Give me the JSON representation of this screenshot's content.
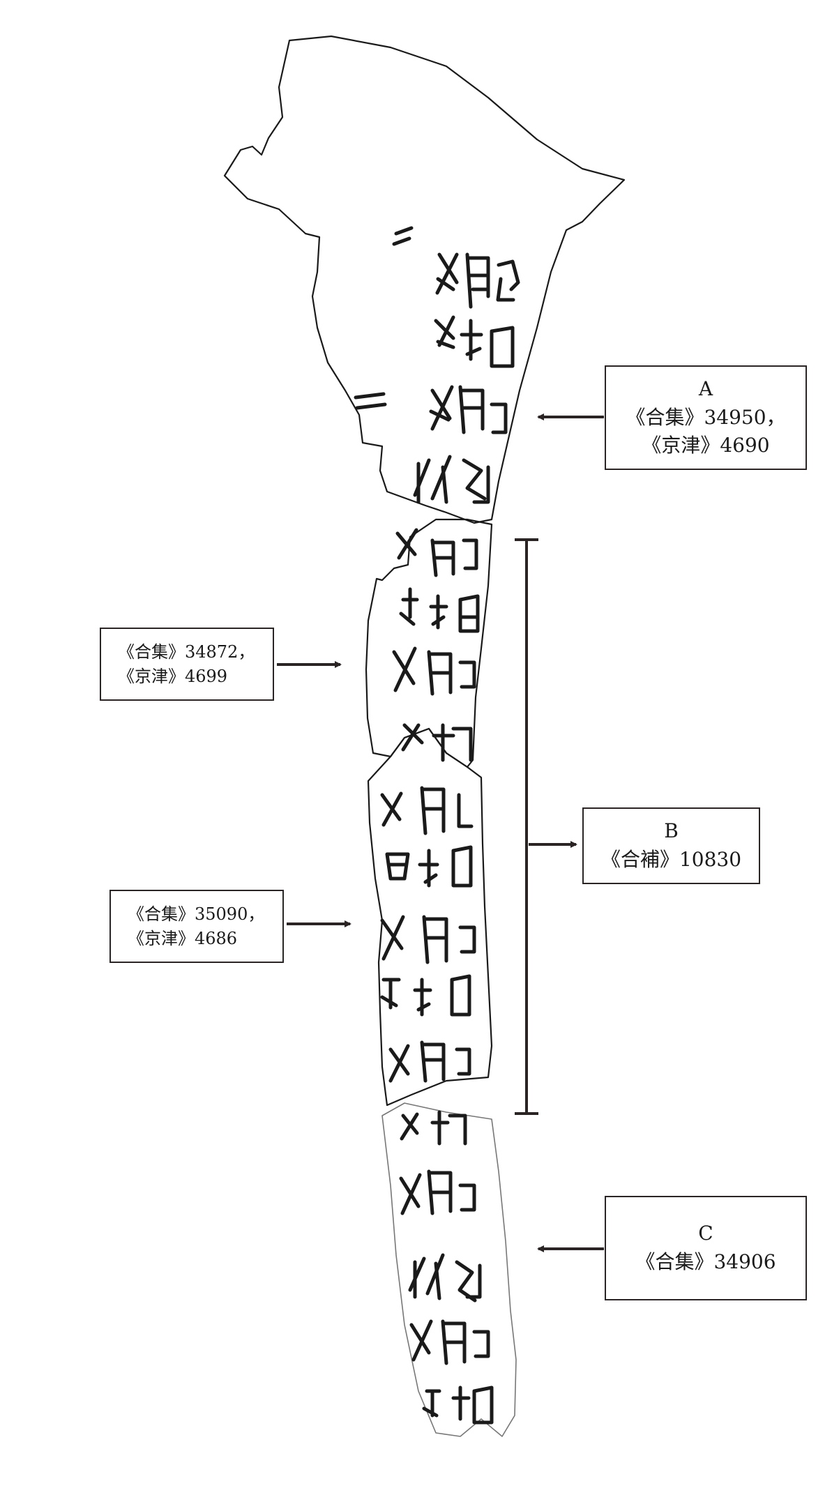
{
  "labels": {
    "a": {
      "letter": "A",
      "line1": "《合集》34950，",
      "line2": "《京津》4690"
    },
    "b_top": {
      "line1": "《合集》34872，",
      "line2": "《京津》4699"
    },
    "b": {
      "letter": "B",
      "line1": "《合補》10830"
    },
    "b_bottom": {
      "line1": "《合集》35090，",
      "line2": "《京津》4686"
    },
    "c": {
      "letter": "C",
      "line1": "《合集》34906"
    }
  },
  "colors": {
    "ink": "#1a1a1a",
    "arrow": "#2a2424",
    "paper": "#ffffff",
    "fragment_c_outline": "#777777"
  }
}
